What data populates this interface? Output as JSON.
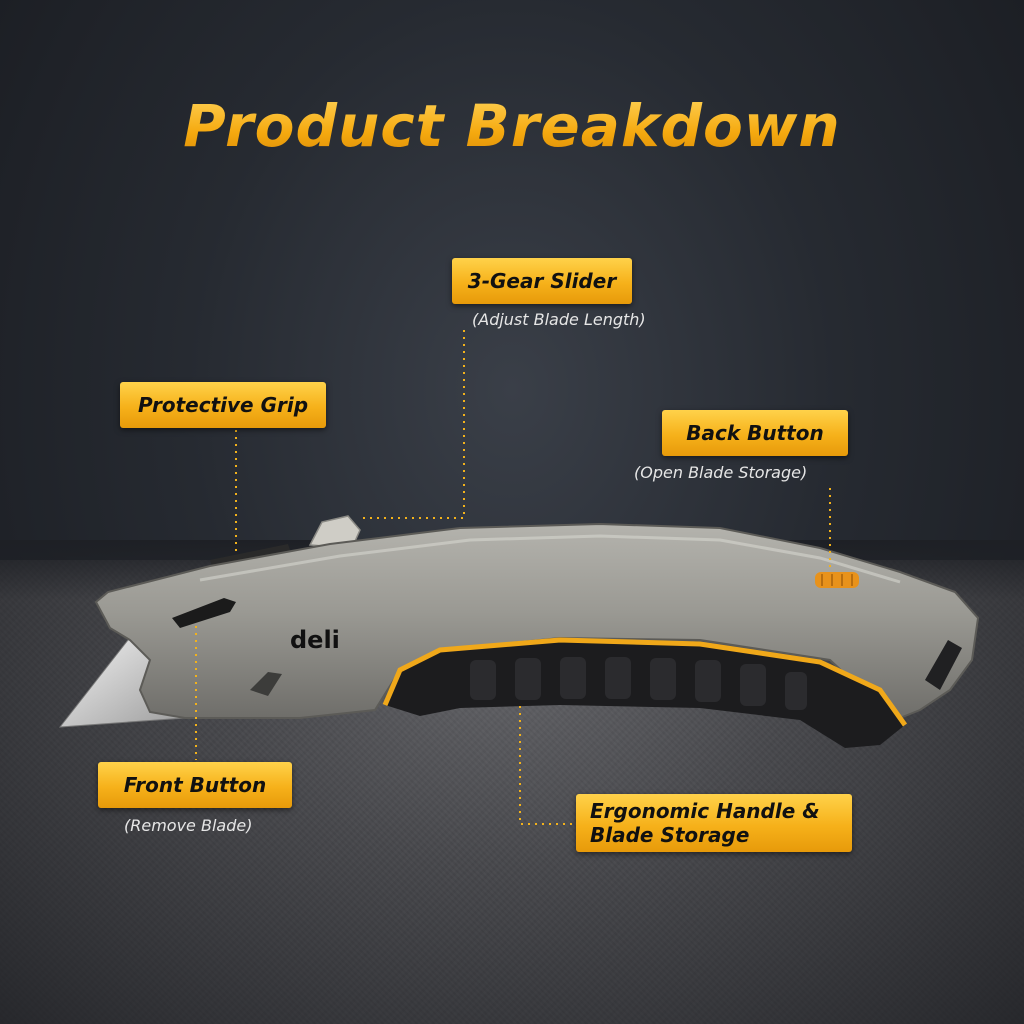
{
  "title": "Product Breakdown",
  "callouts": {
    "slider": {
      "label": "3-Gear Slider",
      "sub": "(Adjust Blade Length)"
    },
    "grip": {
      "label": "Protective Grip"
    },
    "back": {
      "label": "Back Button",
      "sub": "(Open Blade Storage)"
    },
    "front": {
      "label": "Front Button",
      "sub": "(Remove Blade)"
    },
    "handle": {
      "line1": "Ergonomic Handle &",
      "line2": "Blade Storage"
    }
  },
  "brand": "deli",
  "colors": {
    "accent": "#f6b11a",
    "background": "#262a31",
    "body_metal": "#8e8d88",
    "grip": "#1d1d1f"
  }
}
